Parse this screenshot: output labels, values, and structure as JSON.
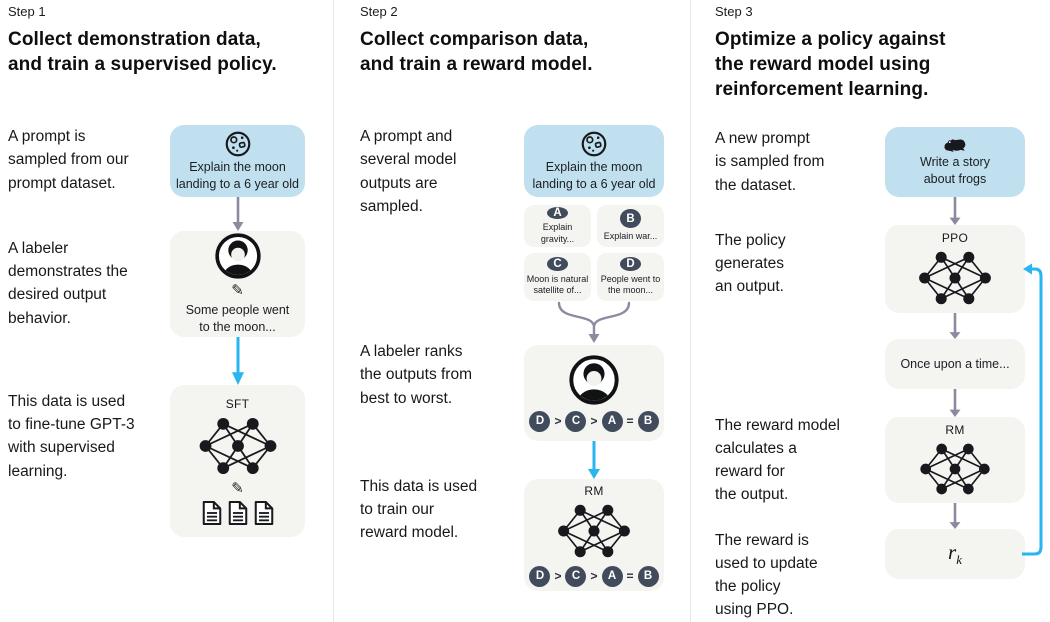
{
  "colors": {
    "prompt_box_bg": "#c1e0ef",
    "panel_box_bg": "#f4f4f1",
    "badge_bg": "#424b5c",
    "arrow_blue": "#29b5f1",
    "arrow_gray": "#8b8ba0",
    "divider": "#e7e7e5",
    "text": "#18181a"
  },
  "columns": [
    {
      "step_label": "Step 1",
      "heading": "Collect demonstration data,\nand train a supervised policy.",
      "captions": [
        "A prompt is\nsampled from our\nprompt dataset.",
        "A labeler\ndemonstrates the\ndesired output\nbehavior.",
        "This data is used\nto fine-tune GPT-3\nwith supervised\nlearning."
      ],
      "prompt_box": {
        "icon": "moon-icon",
        "text": "Explain the moon\nlanding to a 6 year old"
      },
      "labeler_box": {
        "icon": "labeler-avatar-icon",
        "pencil_glyph": "✎",
        "text": "Some people went\nto the moon..."
      },
      "model_box": {
        "label": "SFT",
        "icon": "neural-net-icon",
        "pencil_glyph": "✎"
      }
    },
    {
      "step_label": "Step 2",
      "heading": "Collect comparison data,\nand train a reward model.",
      "captions": [
        "A prompt and\nseveral model\noutputs are\nsampled.",
        "A labeler ranks\nthe outputs from\nbest to worst.",
        "This data is used\nto train our\nreward model."
      ],
      "prompt_box": {
        "icon": "moon-icon",
        "text": "Explain the moon\nlanding to a 6 year old"
      },
      "outputs": [
        {
          "label": "A",
          "text": "Explain gravity..."
        },
        {
          "label": "B",
          "text": "Explain war..."
        },
        {
          "label": "C",
          "text": "Moon is natural\nsatellite of..."
        },
        {
          "label": "D",
          "text": "People went to\nthe moon..."
        }
      ],
      "ranking": [
        "D",
        ">",
        "C",
        ">",
        "A",
        "=",
        "B"
      ],
      "model_box": {
        "label": "RM",
        "icon": "neural-net-icon"
      }
    },
    {
      "step_label": "Step 3",
      "heading": "Optimize a policy against\nthe reward model using\nreinforcement learning.",
      "captions": [
        "A new prompt\nis sampled from\nthe dataset.",
        "The policy\ngenerates\nan output.",
        "The reward model\ncalculates a\nreward for\nthe output.",
        "The reward is\nused to update\nthe policy\nusing PPO."
      ],
      "prompt_box": {
        "icon": "frog-icon",
        "text": "Write a story\nabout frogs"
      },
      "policy_box": {
        "label": "PPO",
        "icon": "neural-net-icon"
      },
      "output_box": {
        "text": "Once upon a time..."
      },
      "reward_model_box": {
        "label": "RM",
        "icon": "neural-net-icon"
      },
      "reward_box": {
        "base": "r",
        "subscript": "k"
      }
    }
  ]
}
